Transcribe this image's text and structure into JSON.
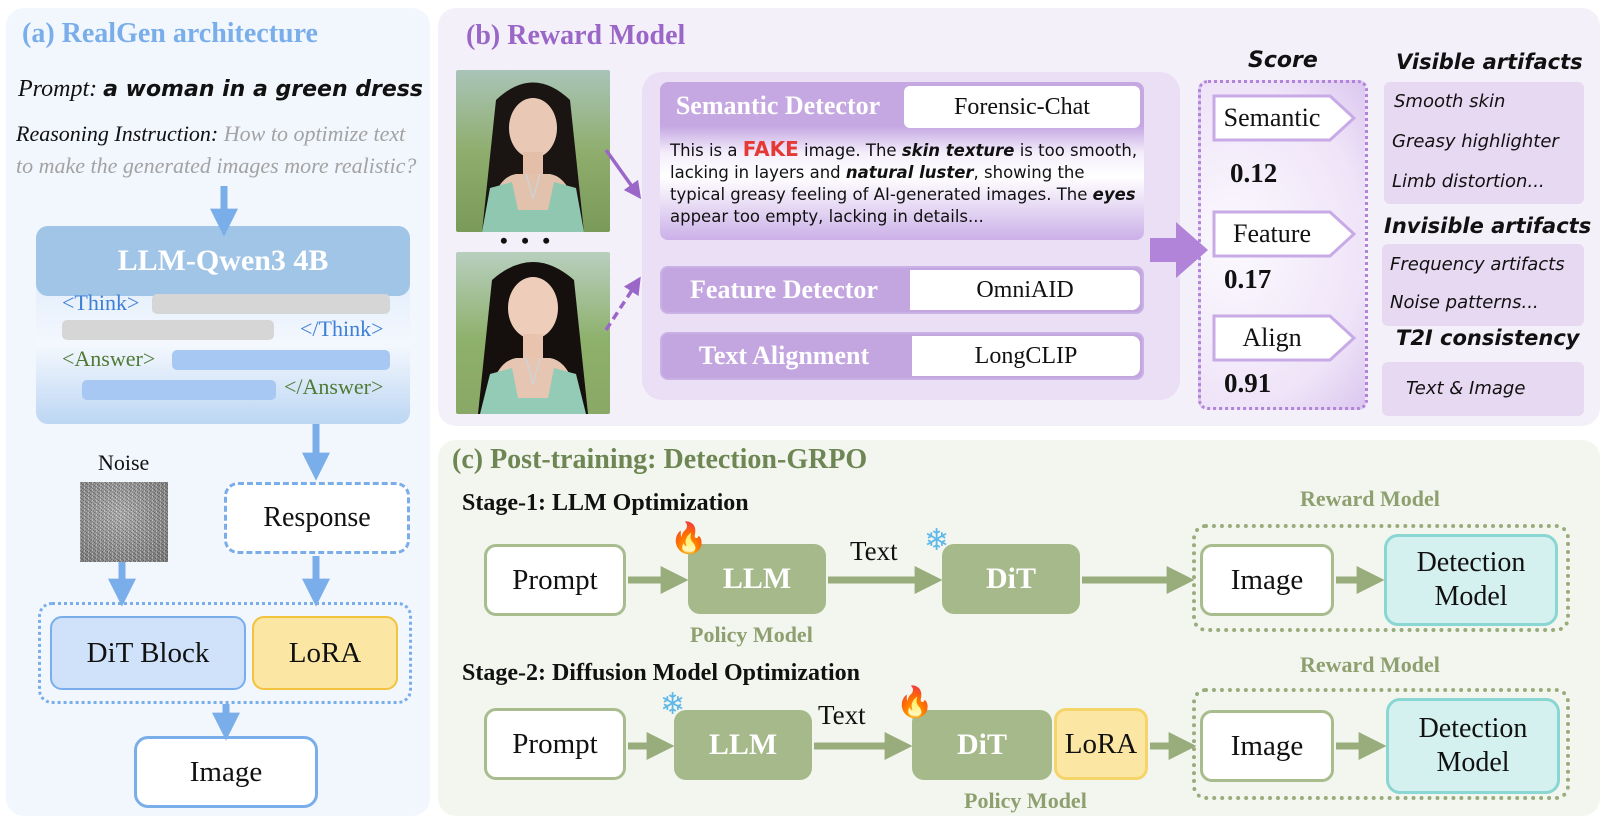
{
  "panel_a": {
    "title": "(a) RealGen architecture",
    "prompt_label": "Prompt:",
    "prompt_value": "a woman in a green dress",
    "reasoning_label": "Reasoning Instruction:",
    "reasoning_value": "How to optimize text to make the generated images more realistic?",
    "llm_title": "LLM-Qwen3 4B",
    "think_open": "<Think>",
    "think_close": "</Think>",
    "answer_open": "<Answer>",
    "answer_close": "</Answer>",
    "noise_label": "Noise",
    "response_label": "Response",
    "dit_block_label": "DiT Block",
    "lora_label": "LoRA",
    "image_label": "Image",
    "colors": {
      "accent": "#7aaeea",
      "llm_header": "#a1c5e7",
      "lora": "#fbe6a3"
    }
  },
  "panel_b": {
    "title": "(b) Reward Model",
    "ellipsis": "• • •",
    "detectors": [
      {
        "label": "Semantic Detector",
        "model": "Forensic-Chat"
      },
      {
        "label": "Feature Detector",
        "model": "OmniAID"
      },
      {
        "label": "Text Alignment",
        "model": "LongCLIP"
      }
    ],
    "semantic_output": {
      "p1": "This is a ",
      "fake": "FAKE",
      "p2": " image. The ",
      "b1": "skin texture",
      "p3": "  is too smooth, lacking in layers and ",
      "b2": "natural luster",
      "p4": ", showing the typical greasy feeling of AI-generated images. The ",
      "b3": "eyes",
      "p5": "  appear too empty, lacking in details..."
    },
    "score_title": "Score",
    "scores": [
      {
        "label": "Semantic",
        "value": "0.12"
      },
      {
        "label": "Feature",
        "value": "0.17"
      },
      {
        "label": "Align",
        "value": "0.91"
      }
    ],
    "artifacts": [
      {
        "title": "Visible artifacts",
        "items": [
          "Smooth skin",
          "Greasy highlighter",
          "Limb distortion..."
        ]
      },
      {
        "title": "Invisible artifacts",
        "items": [
          "Frequency artifacts",
          "Noise patterns..."
        ]
      },
      {
        "title": "T2I consistency",
        "items": [
          "Text & Image"
        ]
      }
    ],
    "colors": {
      "accent": "#9a66c8",
      "detector": "#c3a6e0",
      "fake": "#e53935"
    }
  },
  "panel_c": {
    "title": "(c) Post-training: Detection-GRPO",
    "stage1": {
      "title": "Stage-1: LLM Optimization",
      "prompt": "Prompt",
      "llm": "LLM",
      "llm_state_icon": "🔥",
      "text": "Text",
      "dit": "DiT",
      "dit_state_icon": "❄",
      "policy_label": "Policy Model",
      "reward_label": "Reward Model",
      "image": "Image",
      "detection": "Detection Model"
    },
    "stage2": {
      "title": "Stage-2: Diffusion Model Optimization",
      "prompt": "Prompt",
      "llm": "LLM",
      "llm_state_icon": "❄",
      "text": "Text",
      "dit": "DiT",
      "dit_state_icon": "🔥",
      "lora": "LoRA",
      "policy_label": "Policy Model",
      "reward_label": "Reward Model",
      "image": "Image",
      "detection": "Detection Model"
    },
    "colors": {
      "accent": "#6d8653",
      "node": "#a6b98a",
      "detector": "#d4f1ef"
    }
  }
}
